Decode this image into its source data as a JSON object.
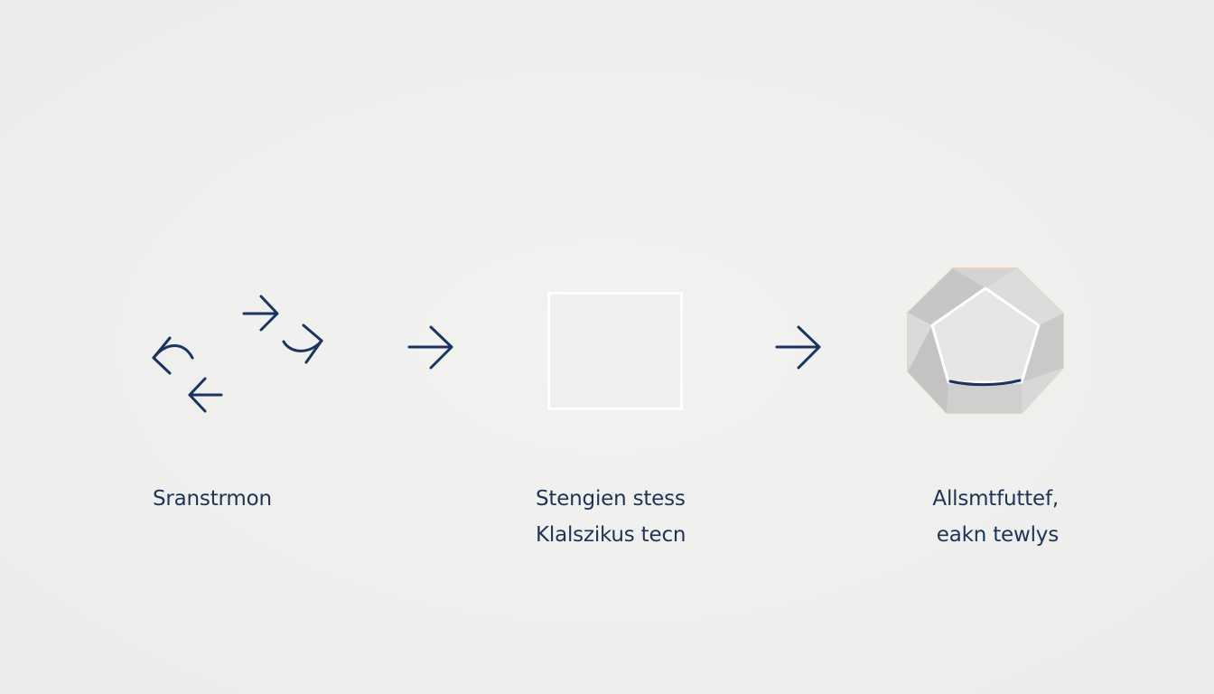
{
  "colors": {
    "background": "#efefee",
    "ink": "#1b3360",
    "caption": "#1f3356",
    "box_border": "#ffffff",
    "polygon_fill": "#d4d4d4",
    "polygon_edge": "#e8d2c0"
  },
  "stages": [
    {
      "icon": "scattered-arrows-icon",
      "caption_lines": [
        "Sranstrmon"
      ]
    },
    {
      "icon": "empty-square-icon",
      "caption_lines": [
        "Stengien stess",
        "Klalszikus tecn"
      ]
    },
    {
      "icon": "faceted-octagon-icon",
      "caption_lines": [
        "Allsmtfuttef,",
        "eakn tewlys"
      ]
    }
  ],
  "connectors": [
    "arrow-right-icon",
    "arrow-right-icon"
  ]
}
